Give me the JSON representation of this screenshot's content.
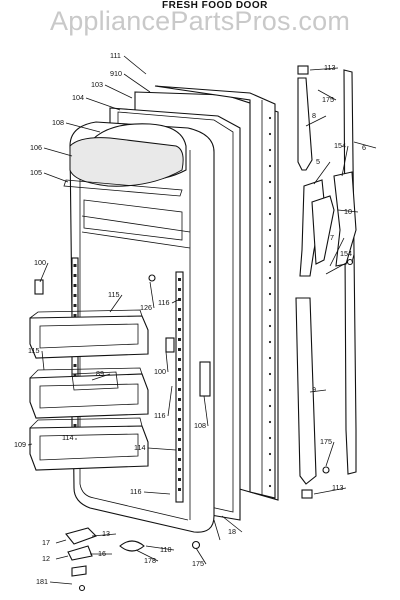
{
  "header": {
    "title": "FRESH FOOD DOOR",
    "watermark": "AppliancePartsPros.com"
  },
  "callouts": [
    {
      "id": "c111",
      "label": "111"
    },
    {
      "id": "c910",
      "label": "910"
    },
    {
      "id": "c103",
      "label": "103"
    },
    {
      "id": "c104",
      "label": "104"
    },
    {
      "id": "c108a",
      "label": "108"
    },
    {
      "id": "c106",
      "label": "106"
    },
    {
      "id": "c105",
      "label": "105"
    },
    {
      "id": "c100a",
      "label": "100"
    },
    {
      "id": "c115a",
      "label": "115"
    },
    {
      "id": "c126",
      "label": "126"
    },
    {
      "id": "c116a",
      "label": "116"
    },
    {
      "id": "c115b",
      "label": "115"
    },
    {
      "id": "c89",
      "label": "89"
    },
    {
      "id": "c100b",
      "label": "100"
    },
    {
      "id": "c116b",
      "label": "116"
    },
    {
      "id": "c108b",
      "label": "108"
    },
    {
      "id": "c109",
      "label": "109"
    },
    {
      "id": "c114a",
      "label": "114"
    },
    {
      "id": "c114b",
      "label": "114"
    },
    {
      "id": "c116c",
      "label": "116"
    },
    {
      "id": "c18",
      "label": "18"
    },
    {
      "id": "c175a",
      "label": "175"
    },
    {
      "id": "c13a",
      "label": "13"
    },
    {
      "id": "c17",
      "label": "17"
    },
    {
      "id": "c16",
      "label": "16"
    },
    {
      "id": "c12",
      "label": "12"
    },
    {
      "id": "c178",
      "label": "178"
    },
    {
      "id": "c110",
      "label": "110"
    },
    {
      "id": "c181",
      "label": "181"
    },
    {
      "id": "c113a",
      "label": "113"
    },
    {
      "id": "c175b",
      "label": "175"
    },
    {
      "id": "c8a",
      "label": "8"
    },
    {
      "id": "c6",
      "label": "6"
    },
    {
      "id": "c5",
      "label": "5"
    },
    {
      "id": "c154a",
      "label": "154"
    },
    {
      "id": "c10",
      "label": "10"
    },
    {
      "id": "c7",
      "label": "7"
    },
    {
      "id": "c154b",
      "label": "154"
    },
    {
      "id": "c9",
      "label": "9"
    },
    {
      "id": "c175c",
      "label": "175"
    },
    {
      "id": "c113b",
      "label": "113"
    }
  ]
}
